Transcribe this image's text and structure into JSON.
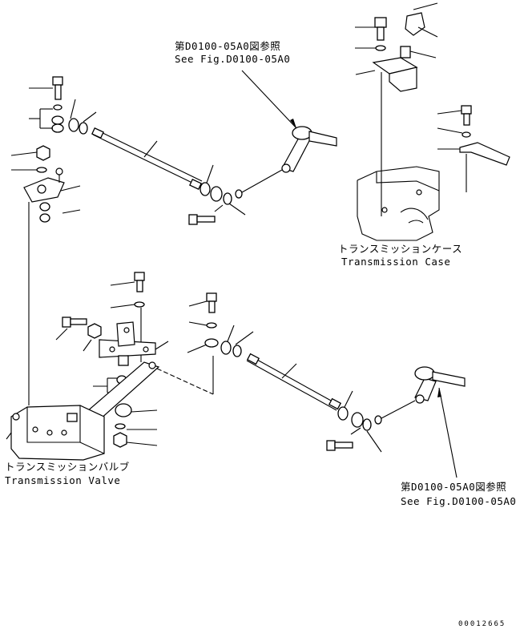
{
  "labels": {
    "ref_top_jp": "第D0100-05A0図参照",
    "ref_top_en": "See Fig.D0100-05A0",
    "case_jp": "トランスミッションケース",
    "case_en": "Transmission Case",
    "valve_jp": "トランスミッションバルブ",
    "valve_en": "Transmission Valve",
    "ref_bottom_jp": "第D0100-05A0図参照",
    "ref_bottom_en": "See Fig.D0100-05A0",
    "drawing_number": "00012665"
  }
}
